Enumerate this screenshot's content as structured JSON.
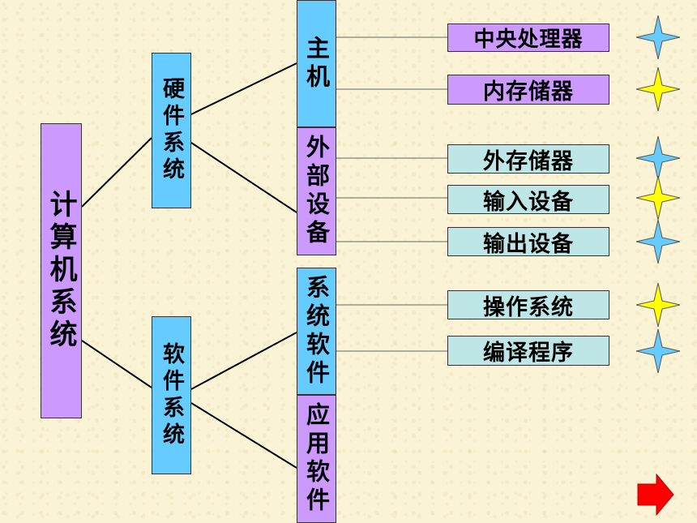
{
  "root": "计算机系统",
  "branches": {
    "hardware": "硬件系统",
    "software": "软件系统"
  },
  "subgroups": {
    "host": "主机",
    "peripheral": "外部设备",
    "system_software": "系统软件",
    "application_software": "应用软件"
  },
  "leaves": {
    "cpu": "中央处理器",
    "memory": "内存储器",
    "external_storage": "外存储器",
    "input_device": "输入设备",
    "output_device": "输出设备",
    "os": "操作系统",
    "compiler": "编译程序"
  },
  "colors": {
    "purple": "#cc99ff",
    "blue": "#66ccff",
    "teal": "#bfe6e6",
    "star_blue": "#66ccff",
    "star_yellow": "#ffff00",
    "arrow_red": "#ff0000"
  },
  "stars": [
    {
      "icon": "star-icon",
      "color": "blue"
    },
    {
      "icon": "star-icon",
      "color": "yellow"
    },
    {
      "icon": "star-icon",
      "color": "blue"
    },
    {
      "icon": "star-icon",
      "color": "yellow"
    },
    {
      "icon": "star-icon",
      "color": "blue"
    },
    {
      "icon": "star-icon",
      "color": "yellow"
    },
    {
      "icon": "star-icon",
      "color": "blue"
    }
  ],
  "nav": {
    "icon": "arrow-right-icon"
  }
}
